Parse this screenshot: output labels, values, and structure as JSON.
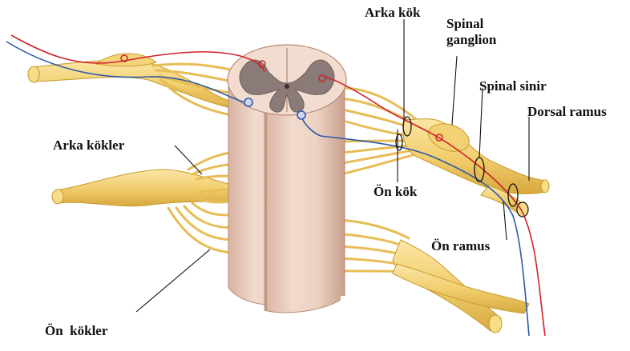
{
  "diagram": {
    "labels": {
      "arka_kok": "Arka kök",
      "spinal_ganglion": "Spinal ganglion",
      "spinal_sinir": "Spinal sinir",
      "dorsal_ramus": "Dorsal ramus",
      "arka_kokler": "Arka kökler",
      "on_kok": "Ön kök",
      "on_ramus": "Ön ramus",
      "on_kokler": "Ön  kökler"
    },
    "colors": {
      "nerve": "#f2cf6f",
      "nerve_stroke": "#c79a2a",
      "cord": "#e9cfc0",
      "cord_shadow": "#cfa592",
      "gray_matter": "#8a7a78",
      "sensory_neuron": "#d0202a",
      "motor_neuron": "#2f5aa8"
    }
  }
}
